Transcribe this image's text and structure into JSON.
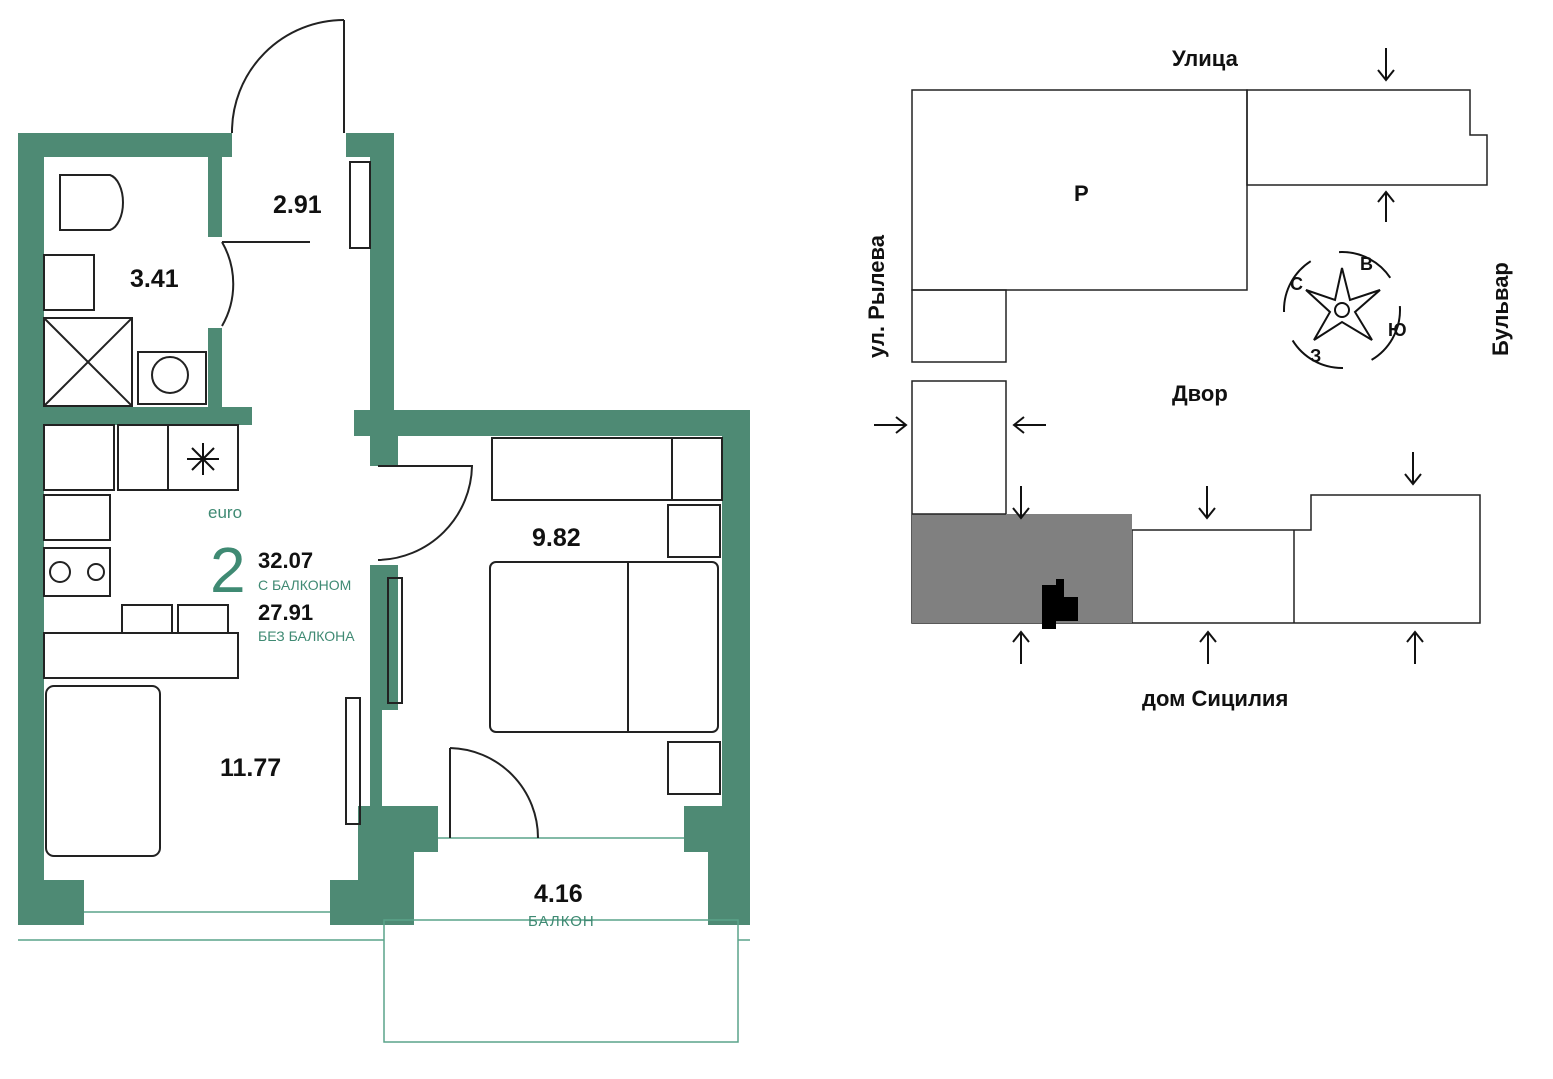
{
  "colors": {
    "wall": "#4e8a74",
    "accent_text": "#3f8a73",
    "highlight_block": "#808080",
    "line": "#222222",
    "thin_line": "#5aa38a"
  },
  "plan": {
    "type_label": "euro",
    "rooms_count": "2",
    "area_with_balcony": "32.07",
    "area_with_balcony_label": "С БАЛКОНОМ",
    "area_without_balcony": "27.91",
    "area_without_balcony_label": "БЕЗ БАЛКОНА",
    "rooms": [
      {
        "area": "2.91"
      },
      {
        "area": "3.41"
      },
      {
        "area": "9.82"
      },
      {
        "area": "11.77"
      },
      {
        "area": "4.16"
      }
    ],
    "balcony_label": "БАЛКОН"
  },
  "site": {
    "street_top": "Улица",
    "street_left": "ул. Рылева",
    "street_right": "Бульвар",
    "courtyard": "Двор",
    "bottom_building": "дом Сицилия",
    "parking_label": "P",
    "compass": {
      "north": "С",
      "east": "В",
      "south": "Ю",
      "west": "З"
    }
  }
}
